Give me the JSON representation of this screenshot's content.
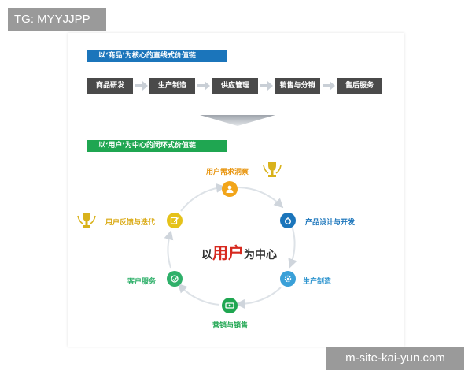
{
  "watermarks": {
    "top": "TG: MYYJJPP",
    "bottom": "m-site-kai-yun.com"
  },
  "linear": {
    "header": "以‘商品’为核心的直线式价值链",
    "steps": [
      "商品研发",
      "生产制造",
      "供应管理",
      "销售与分销",
      "售后服务"
    ]
  },
  "circular": {
    "header": "以‘用户’为中心的闭环式价值链",
    "center": {
      "prefix": "以",
      "highlight": "用户",
      "suffix": "为中心"
    },
    "nodes": [
      {
        "label": "用户需求洞察",
        "color": "#f2a51a",
        "icon": "user-icon"
      },
      {
        "label": "产品设计与开发",
        "color": "#1b75bb",
        "icon": "ring-icon"
      },
      {
        "label": "生产制造",
        "color": "#3aa0d8",
        "icon": "gear-icon"
      },
      {
        "label": "营销与销售",
        "color": "#1fa651",
        "icon": "cash-icon"
      },
      {
        "label": "客户服务",
        "color": "#2fb06a",
        "icon": "service-icon"
      },
      {
        "label": "用户反馈与迭代",
        "color": "#e5c21a",
        "icon": "edit-icon"
      }
    ]
  },
  "colors": {
    "blue": "#1b75bb",
    "green": "#1fa651",
    "dark_box": "#4a4a4a",
    "highlight_red": "#d7291f",
    "trophy_gold": "#d9b21b"
  }
}
